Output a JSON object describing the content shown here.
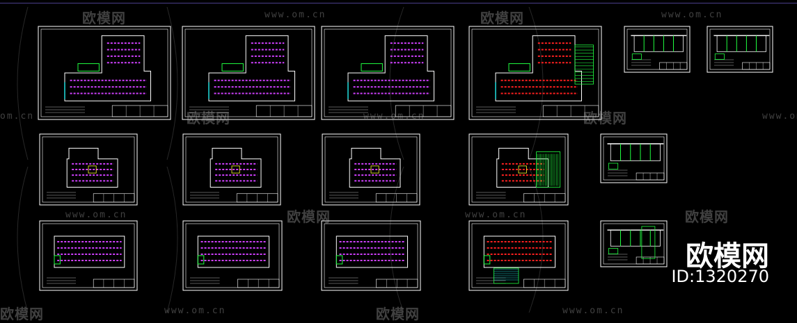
{
  "watermark": {
    "brand": "欧模网",
    "url": "www.om.cn",
    "url_short": "om.cn"
  },
  "logo": {
    "name": "欧模网",
    "id": "ID:1320270"
  },
  "colors": {
    "frame": "#ffffff",
    "wall": "#ffffff",
    "red": "#ff2020",
    "magenta": "#d040ff",
    "green": "#20ff40",
    "yellow": "#ffff30",
    "cyan": "#20e0e0"
  }
}
